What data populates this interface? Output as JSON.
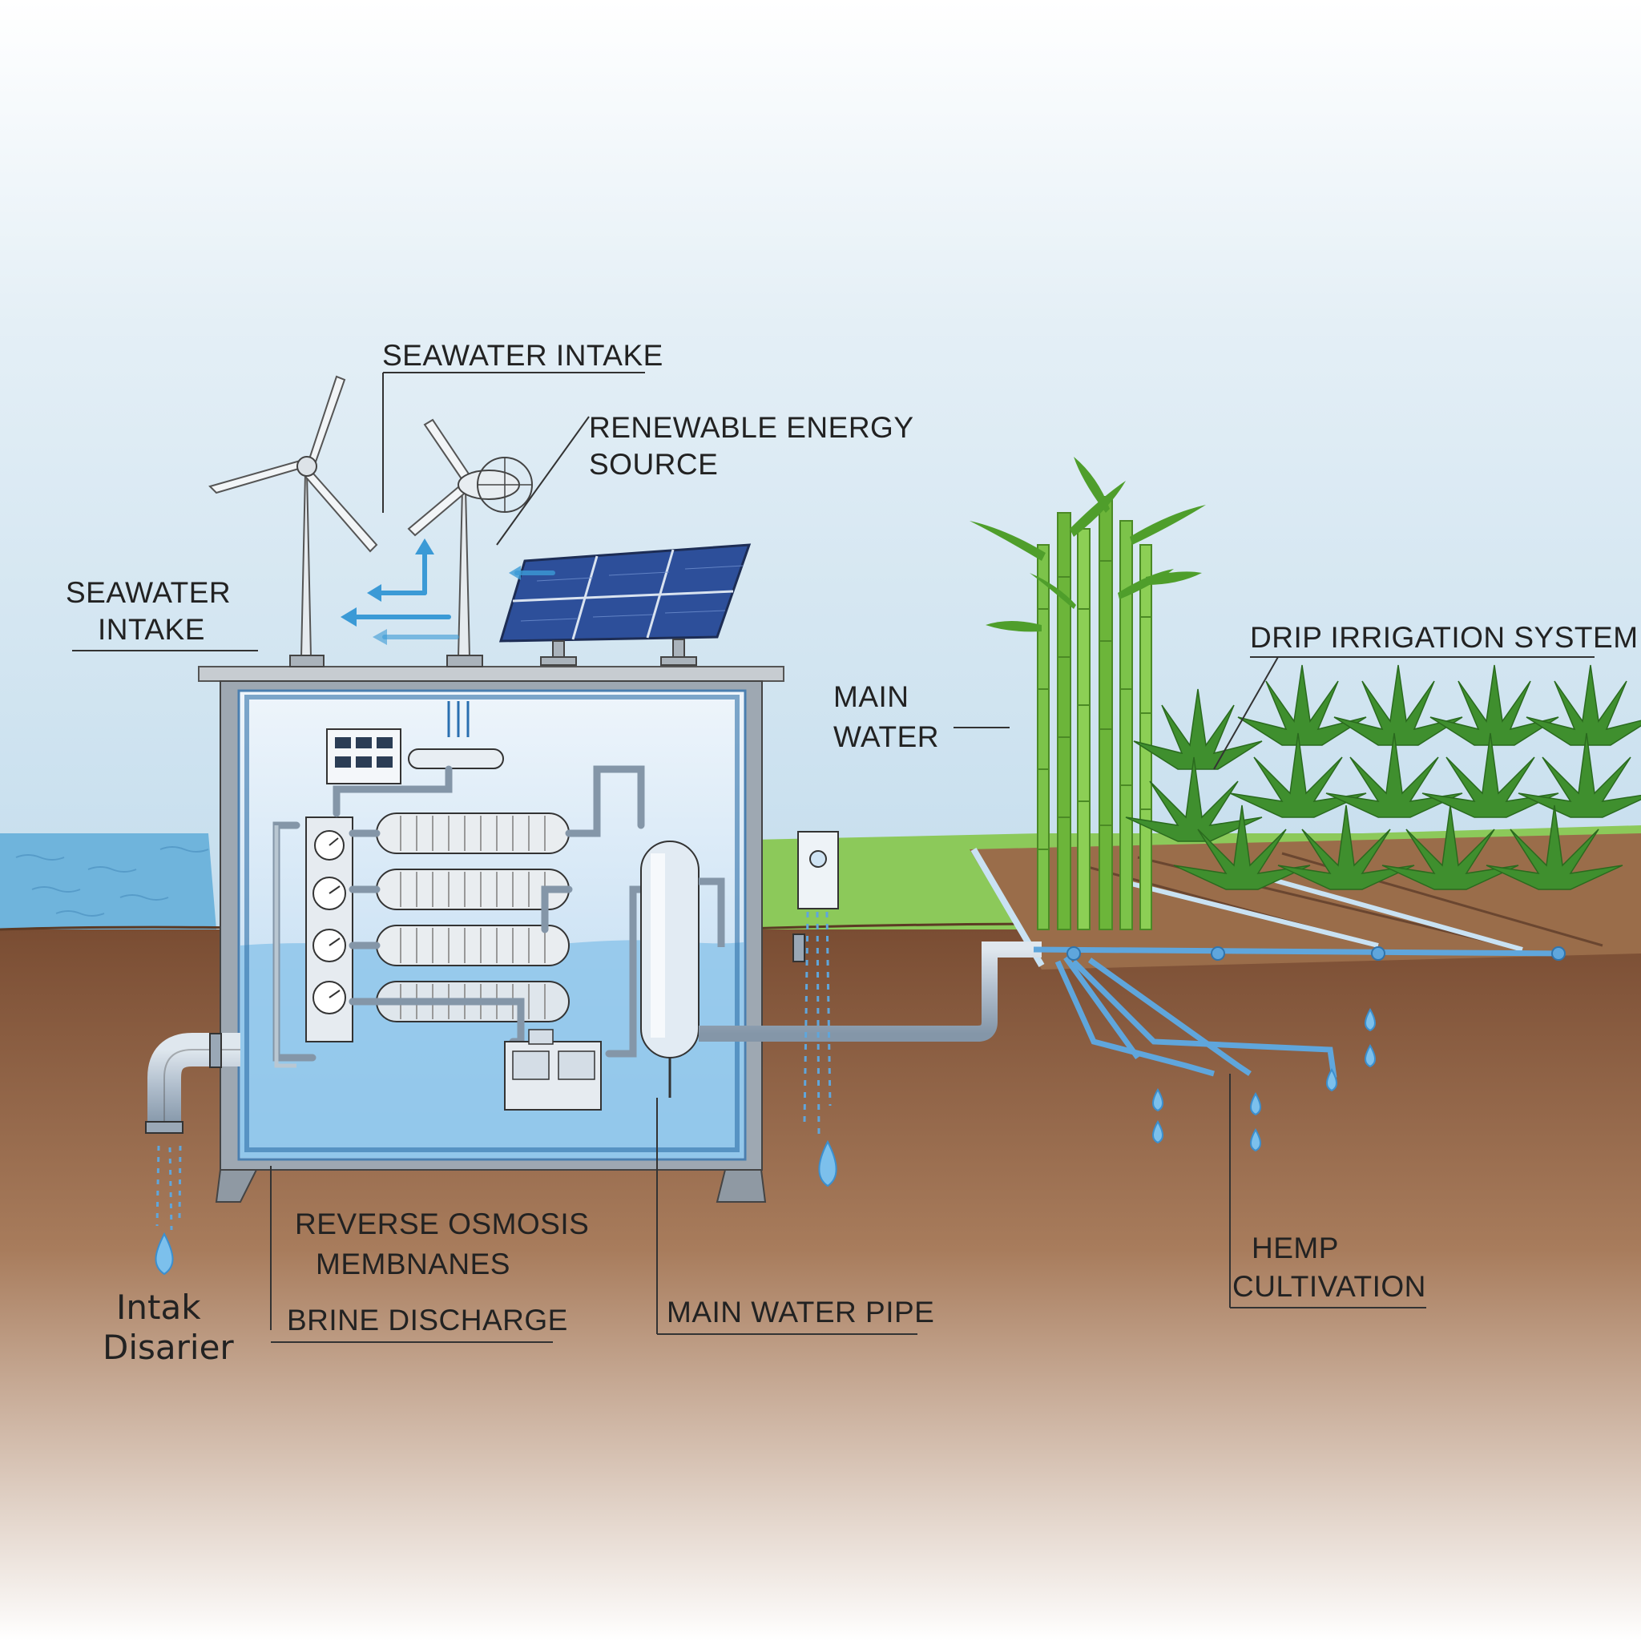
{
  "labels": {
    "seawater_intake_top": "SEAWATER INTAKE",
    "renewable_energy_line1": "RENEWABLE ENERGY",
    "renewable_energy_line2": "SOURCE",
    "seawater_intake_left_line1": "SEAWATER",
    "seawater_intake_left_line2": "INTAKE",
    "main_water_line1": "MAIN",
    "main_water_line2": "WATER",
    "drip_irrigation": "DRIP IRRIGATION SYSTEM",
    "reverse_osmosis_line1": "REVERSE OSMOSIS",
    "reverse_osmosis_line2": "MEMBNANES",
    "brine_discharge": "BRINE DISCHARGE",
    "main_water_pipe": "MAIN WATER PIPE",
    "hemp_line1": "HEMP",
    "hemp_line2": "CULTIVATION",
    "intake_line1": "Intak",
    "intake_line2": "Disarier"
  },
  "icons": [
    "wind-turbine-icon",
    "solar-panel-icon",
    "bamboo-icon",
    "hemp-plant-icon",
    "water-drop-icon",
    "flow-arrow-icon",
    "control-panel-icon",
    "pressure-gauge-icon"
  ],
  "colors": {
    "sky": "#cfe3ef",
    "sea": "#6fb4dc",
    "water": "#8ec6ea",
    "soil": "#8a5a3c",
    "grass": "#7cbf4a",
    "pipe": "#b9c7d2",
    "arrow": "#3b9ad6",
    "solar": "#2d4f9a",
    "bamboo": "#6cb53a",
    "hemp": "#3f8f2e"
  }
}
